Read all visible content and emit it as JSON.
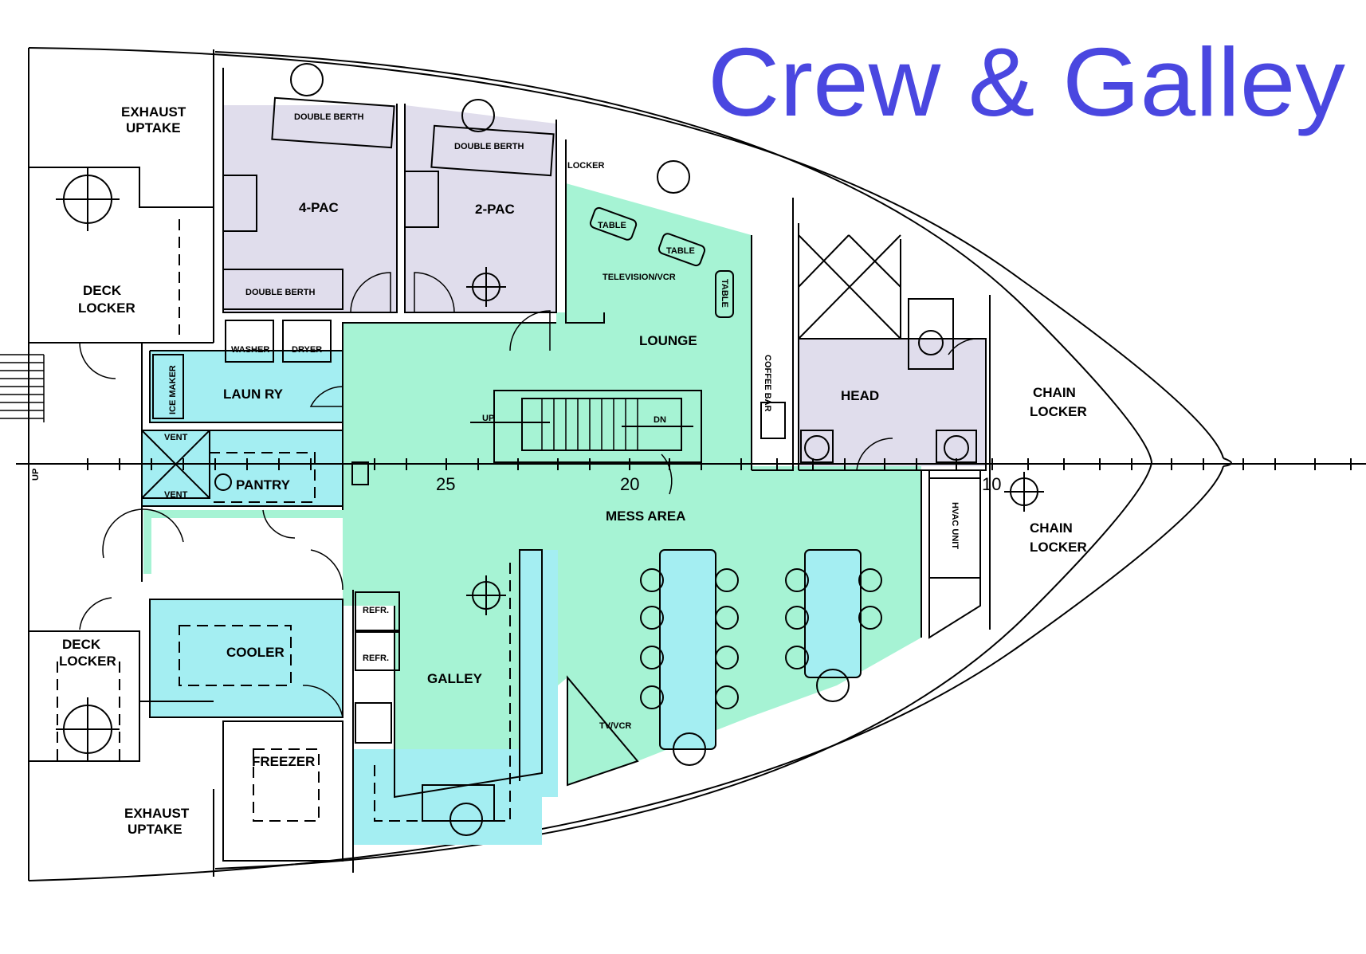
{
  "title": "Crew & Galley",
  "colors": {
    "title": "#4a47e0",
    "mess_green": "#a6f3d4",
    "service_cyan": "#a4eef2",
    "cabin_lavender": "#e0ddec"
  },
  "rooms": {
    "exhaust_top_1": "EXHAUST",
    "exhaust_top_2": "UPTAKE",
    "deck_locker_top_1": "DECK",
    "deck_locker_top_2": "LOCKER",
    "cabin_4pac": "4-PAC",
    "cabin_2pac": "2-PAC",
    "berth_1": "DOUBLE BERTH",
    "berth_2": "DOUBLE BERTH",
    "berth_3": "DOUBLE BERTH",
    "washer": "WASHER",
    "dryer": "DRYER",
    "ice_maker": "ICE MAKER",
    "laundry": "LAUN RY",
    "vent_1": "VENT",
    "vent_2": "VENT",
    "pantry": "PANTRY",
    "locker": "LOCKER",
    "table_1": "TABLE",
    "table_2": "TABLE",
    "table_3": "TABLE",
    "tv_vcr_top": "TELEVISION/VCR",
    "lounge": "LOUNGE",
    "coffee_bar": "COFFEE BAR",
    "stair_up": "UP",
    "stair_dn": "DN",
    "head": "HEAD",
    "chain_locker_1a": "CHAIN",
    "chain_locker_1b": "LOCKER",
    "chain_locker_2a": "CHAIN",
    "chain_locker_2b": "LOCKER",
    "hvac": "HVAC UNIT",
    "mess_area": "MESS AREA",
    "deck_locker_bot_1": "DECK",
    "deck_locker_bot_2": "LOCKER",
    "cooler": "COOLER",
    "refr_1": "REFR.",
    "refr_2": "REFR.",
    "galley": "GALLEY",
    "tv_vcr_bot": "TV/VCR",
    "freezer": "FREEZER",
    "exhaust_bot_1": "EXHAUST",
    "exhaust_bot_2": "UPTAKE",
    "up_side": "UP"
  },
  "frames": {
    "f25": "25",
    "f20": "20",
    "f10": "10"
  }
}
